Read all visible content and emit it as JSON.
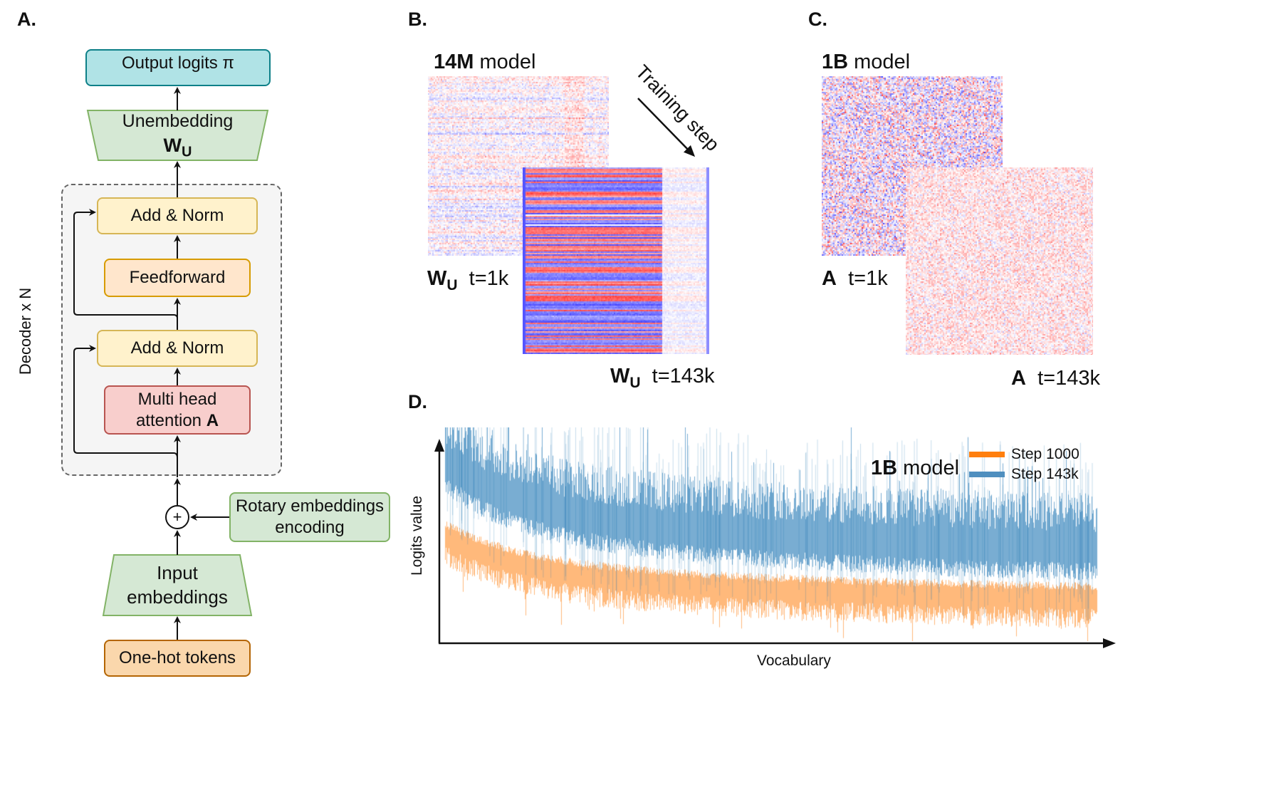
{
  "panels": {
    "a": "A.",
    "b": "B.",
    "c": "C.",
    "d": "D."
  },
  "diagram_a": {
    "output": "Output logits π",
    "unembedding": "Unembedding",
    "unembedding_symbol": "W",
    "unembedding_sub": "U",
    "decoder_label": "Decoder x N",
    "add_norm_top": "Add & Norm",
    "feedforward": "Feedforward",
    "add_norm_bottom": "Add & Norm",
    "attention_line1": "Multi head",
    "attention_line2": "attention",
    "attention_symbol": "A",
    "plus": "+",
    "rotary_line1": "Rotary embeddings",
    "rotary_line2": "encoding",
    "input_line1": "Input",
    "input_line2": "embeddings",
    "onehot": "One-hot tokens"
  },
  "panel_b": {
    "model_bold": "14M",
    "model_rest": " model",
    "training": "Training step",
    "early_symbol": "W",
    "early_sub": "U",
    "early_time": "t=1k",
    "late_symbol": "W",
    "late_sub": "U",
    "late_time": "t=143k"
  },
  "panel_c": {
    "model_bold": "1B",
    "model_rest": " model",
    "early_symbol": "A",
    "early_time": "t=1k",
    "late_symbol": "A",
    "late_time": "t=143k"
  },
  "panel_d": {
    "model_bold": "1B",
    "model_rest": " model",
    "ylabel": "Logits value",
    "xlabel": "Vocabulary",
    "legend": [
      {
        "name": "Step 1000",
        "color": "#ff7f0e"
      },
      {
        "name": "Step 143k",
        "color": "#1f77b4"
      }
    ]
  },
  "colors": {
    "output_fill": "#b0e3e6",
    "output_stroke": "#0e8088",
    "green_fill": "#d5e8d4",
    "green_stroke": "#82b366",
    "yellow_fill": "#fff2cc",
    "yellow_stroke": "#d6b656",
    "orange_fill": "#ffe6cc",
    "orange_stroke": "#d79b00",
    "red_fill": "#f8cecc",
    "red_stroke": "#b85450",
    "onehot_fill": "#fad7ac",
    "onehot_stroke": "#b46504",
    "decoder_fill": "#f5f5f5"
  }
}
